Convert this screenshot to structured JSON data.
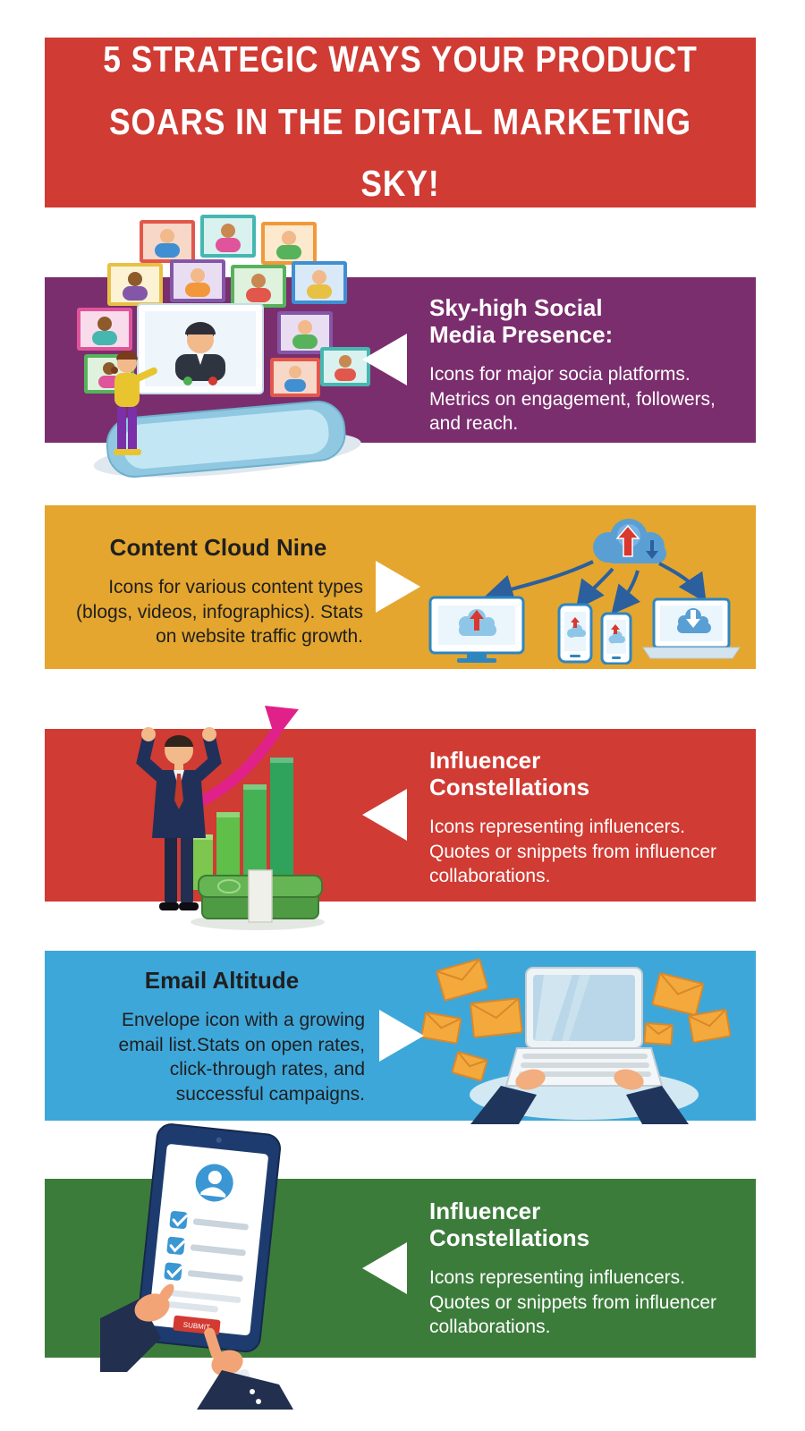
{
  "header": {
    "line1": "5 STRATEGIC WAYS YOUR PRODUCT",
    "line2": "SOARS IN THE DIGITAL MARKETING SKY!",
    "background": "#d03b33",
    "text_color": "#ffffff"
  },
  "sections": [
    {
      "name": "sky-high-social-media",
      "background": "#7b2e6d",
      "text_color": "#ffffff",
      "title": "Sky-high Social Media Presence:",
      "body": "Icons for major socia platforms. Metrics on engagement, followers, and reach.",
      "illustration": "video-call-collage-on-phone",
      "arrow_direction": "left"
    },
    {
      "name": "content-cloud-nine",
      "background": "#e4a62e",
      "text_color": "#1f1f1f",
      "title": "Content Cloud Nine",
      "body": "Icons for various content types (blogs, videos, infographics). Stats on website traffic growth.",
      "illustration": "cloud-syncing-to-devices",
      "arrow_direction": "right"
    },
    {
      "name": "influencer-constellations",
      "background": "#d03b33",
      "text_color": "#ffffff",
      "title": "Influencer Constellations",
      "body": "Icons representing influencers. Quotes or snippets from influencer collaborations.",
      "illustration": "businessman-growth-chart-money",
      "arrow_direction": "left"
    },
    {
      "name": "email-altitude",
      "background": "#3ea7da",
      "text_color": "#1f1f1f",
      "title": "Email Altitude",
      "body": "Envelope icon with a growing email list.Stats on open rates, click-through rates, and successful campaigns.",
      "illustration": "hands-typing-laptop-envelopes",
      "arrow_direction": "right"
    },
    {
      "name": "influencer-constellations-2",
      "background": "#3c7c3b",
      "text_color": "#ffffff",
      "title": "Influencer Constellations",
      "body": "Icons representing influencers. Quotes or snippets from influencer collaborations.",
      "illustration": "tablet-checklist-hands",
      "tablet_button_label": "SUBMIT",
      "arrow_direction": "left"
    }
  ]
}
